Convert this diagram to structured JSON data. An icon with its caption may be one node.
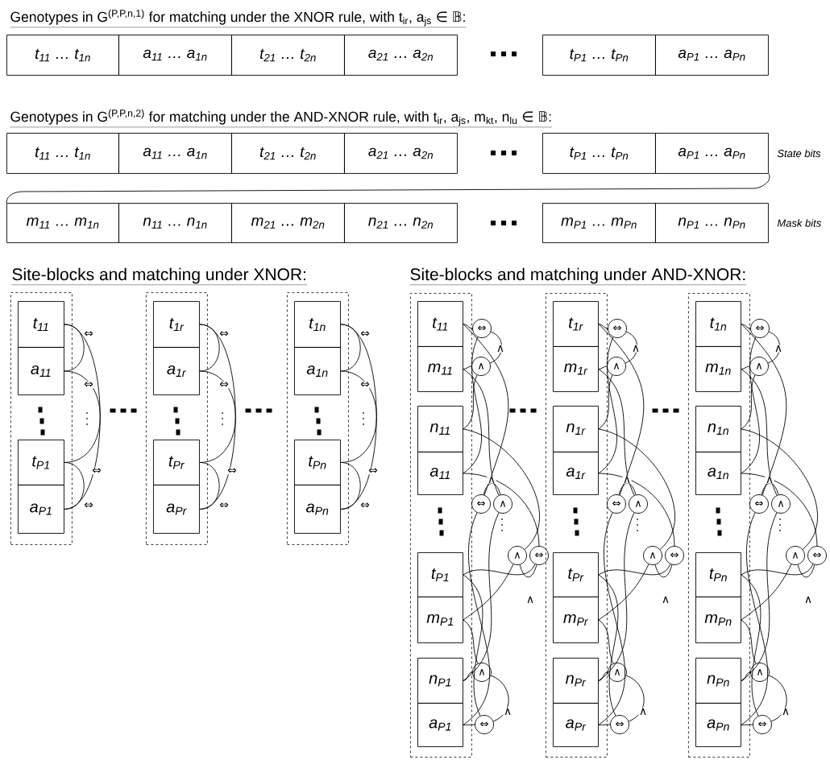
{
  "diagram": {
    "nodes": [
      {
        "text": [
          "t$_{11}$ … t$_{1n}$"
        ]
      },
      {
        "text": [
          "a$_{11}$ … a$_{1n}$"
        ]
      },
      {
        "text": [
          "t$_{21}$ … t$_{2n}$"
        ]
      },
      {
        "text": [
          "a$_{21}$ … a$_{2n}$"
        ]
      },
      {
        "text": [
          "t$_{P1}$ … t$_{Pn}$"
        ]
      },
      {
        "text": [
          "a$_{P1}$ … a$_{Pn}$"
        ]
      },
      {
        "text": [
          "t$_{11}$ … t$_{1n}$"
        ]
      },
      {
        "text": [
          "a$_{11}$ … a$_{1n}$"
        ]
      },
      {
        "text": [
          "t$_{21}$ … t$_{2n}$"
        ]
      },
      {
        "text": [
          "a$_{21}$ … a$_{2n}$"
        ]
      },
      {
        "text": [
          "t$_{P1}$ … t$_{Pn}$"
        ]
      },
      {
        "text": [
          "a$_{P1}$ … a$_{Pn}$"
        ],
        "beside": [
          "State bits"
        ]
      },
      {
        "text": [
          "m$_{11}$ … m$_{1n}$"
        ]
      },
      {
        "text": [
          "n$_{11}$ … n$_{1n}$"
        ]
      },
      {
        "text": [
          "m$_{21}$ … m$_{2n}$"
        ]
      },
      {
        "text": [
          "n$_{21}$ … n$_{2n}$"
        ]
      },
      {
        "text": [
          "m$_{P1}$ … m$_{Pn}$"
        ]
      },
      {
        "text": [
          "n$_{P1}$ … n$_{Pn}$"
        ],
        "beside": [
          "Mask bits"
        ]
      },
      {
        "text": [],
        "shape": "box"
      },
      {
        "text": [
          "t$_{11}$"
        ],
        "in": 18
      },
      {
        "text": [
          "a$_{11}$"
        ],
        "in": 18
      },
      {
        "text": [
          "t$_{P1}$"
        ],
        "in": 18
      },
      {
        "text": [
          "a$_{P1}$"
        ],
        "in": 18
      },
      {
        "text": [],
        "shape": "box"
      },
      {
        "text": [
          "t$_{1r}$"
        ],
        "in": 23
      },
      {
        "text": [
          "a$_{1r}$"
        ],
        "in": 23
      },
      {
        "text": [
          "t$_{Pr}$"
        ],
        "in": 23
      },
      {
        "text": [
          "a$_{Pr}$"
        ],
        "in": 23
      },
      {
        "text": [],
        "shape": "box"
      },
      {
        "text": [
          "t$_{1n}$"
        ],
        "in": 28
      },
      {
        "text": [
          "a$_{1n}$"
        ],
        "in": 28
      },
      {
        "text": [
          "t$_{Pn}$"
        ],
        "in": 28
      },
      {
        "text": [
          "a$_{Pn}$"
        ],
        "in": 28
      },
      {
        "text": [],
        "shape": "box"
      },
      {
        "text": [
          "t$_{11}$"
        ],
        "in": 33
      },
      {
        "text": [
          "m$_{11}$"
        ],
        "in": 33
      },
      {
        "text": [
          "n$_{11}$"
        ],
        "in": 33
      },
      {
        "text": [
          "a$_{11}$"
        ],
        "in": 33
      },
      {
        "text": [
          "t$_{P1}$"
        ],
        "in": 33
      },
      {
        "text": [
          "m$_{P1}$"
        ],
        "in": 33
      },
      {
        "text": [
          "n$_{P1}$"
        ],
        "in": 33
      },
      {
        "text": [
          "a$_{P1}$"
        ],
        "in": 33
      },
      {
        "text": [
          "⇔"
        ]
      },
      {
        "text": [
          "∧"
        ]
      },
      {
        "text": [
          "⇔"
        ]
      },
      {
        "text": [
          "∧"
        ]
      },
      {
        "text": [
          "∧"
        ]
      },
      {
        "text": [
          "⇔"
        ]
      },
      {
        "text": [
          "∧"
        ]
      },
      {
        "text": [
          "⇔"
        ]
      },
      {
        "text": [],
        "shape": "box"
      },
      {
        "text": [
          "t$_{1r}$"
        ],
        "in": 50
      },
      {
        "text": [
          "m$_{1r}$"
        ],
        "in": 50
      },
      {
        "text": [
          "n$_{1r}$"
        ],
        "in": 50
      },
      {
        "text": [
          "a$_{1r}$"
        ],
        "in": 50
      },
      {
        "text": [
          "t$_{Pr}$"
        ],
        "in": 50
      },
      {
        "text": [
          "m$_{Pr}$"
        ],
        "in": 50
      },
      {
        "text": [
          "n$_{Pr}$"
        ],
        "in": 50
      },
      {
        "text": [
          "a$_{Pr}$"
        ],
        "in": 50
      },
      {
        "text": [
          "⇔"
        ]
      },
      {
        "text": [
          "∧"
        ]
      },
      {
        "text": [
          "⇔"
        ]
      },
      {
        "text": [
          "∧"
        ]
      },
      {
        "text": [
          "∧"
        ]
      },
      {
        "text": [
          "⇔"
        ]
      },
      {
        "text": [
          "∧"
        ]
      },
      {
        "text": [
          "⇔"
        ]
      },
      {
        "text": [],
        "shape": "box"
      },
      {
        "text": [
          "t$_{1n}$"
        ],
        "in": 67
      },
      {
        "text": [
          "m$_{1n}$"
        ],
        "in": 67
      },
      {
        "text": [
          "n$_{1n}$"
        ],
        "in": 67
      },
      {
        "text": [
          "a$_{1n}$"
        ],
        "in": 67
      },
      {
        "text": [
          "t$_{Pn}$"
        ],
        "in": 67
      },
      {
        "text": [
          "m$_{Pn}$"
        ],
        "in": 67
      },
      {
        "text": [
          "n$_{Pn}$"
        ],
        "in": 67
      },
      {
        "text": [
          "a$_{Pn}$"
        ],
        "in": 67
      },
      {
        "text": [
          "⇔"
        ]
      },
      {
        "text": [
          "∧"
        ]
      },
      {
        "text": [
          "⇔"
        ]
      },
      {
        "text": [
          "∧"
        ]
      },
      {
        "text": [
          "∧"
        ]
      },
      {
        "text": [
          "⇔"
        ]
      },
      {
        "text": [
          "∧"
        ]
      },
      {
        "text": [
          "⇔"
        ]
      }
    ],
    "edges": [
      {
        "from": 11,
        "to": 12,
        "arrow": "none"
      },
      {
        "from": 19,
        "to": 20,
        "arrow": "none",
        "label": "⇔"
      },
      {
        "from": 20,
        "to": 21,
        "arrow": "none",
        "label": "⇔"
      },
      {
        "from": 19,
        "to": 22,
        "arrow": "none",
        "label": "⇔"
      },
      {
        "from": 21,
        "to": 22,
        "arrow": "none",
        "label": "⇔"
      },
      {
        "from": 24,
        "to": 25,
        "arrow": "none",
        "label": "⇔"
      },
      {
        "from": 25,
        "to": 26,
        "arrow": "none",
        "label": "⇔"
      },
      {
        "from": 24,
        "to": 27,
        "arrow": "none",
        "label": "⇔"
      },
      {
        "from": 26,
        "to": 27,
        "arrow": "none",
        "label": "⇔"
      },
      {
        "from": 29,
        "to": 30,
        "arrow": "none",
        "label": "⇔"
      },
      {
        "from": 30,
        "to": 31,
        "arrow": "none",
        "label": "⇔"
      },
      {
        "from": 29,
        "to": 32,
        "arrow": "none",
        "label": "⇔"
      },
      {
        "from": 31,
        "to": 32,
        "arrow": "none",
        "label": "⇔"
      },
      {
        "from": 34,
        "to": 42,
        "arrow": "none"
      },
      {
        "from": 37,
        "to": 42,
        "arrow": "none"
      },
      {
        "from": 35,
        "to": 43,
        "arrow": "none"
      },
      {
        "from": 36,
        "to": 43,
        "arrow": "none"
      },
      {
        "from": 34,
        "to": 44,
        "arrow": "none"
      },
      {
        "from": 41,
        "to": 44,
        "arrow": "none"
      },
      {
        "from": 35,
        "to": 45,
        "arrow": "none"
      },
      {
        "from": 40,
        "to": 45,
        "arrow": "none"
      },
      {
        "from": 39,
        "to": 46,
        "arrow": "none"
      },
      {
        "from": 36,
        "to": 46,
        "arrow": "none"
      },
      {
        "from": 38,
        "to": 47,
        "arrow": "none"
      },
      {
        "from": 37,
        "to": 47,
        "arrow": "none"
      },
      {
        "from": 39,
        "to": 48,
        "arrow": "none"
      },
      {
        "from": 40,
        "to": 48,
        "arrow": "none"
      },
      {
        "from": 38,
        "to": 49,
        "arrow": "none"
      },
      {
        "from": 41,
        "to": 49,
        "arrow": "none"
      },
      {
        "from": 42,
        "to": 43,
        "arrow": "none",
        "label": "∧"
      },
      {
        "from": 44,
        "to": 45,
        "arrow": "none",
        "label": "∧"
      },
      {
        "from": 46,
        "to": 47,
        "arrow": "none",
        "label": "∧"
      },
      {
        "from": 48,
        "to": 49,
        "arrow": "none",
        "label": "∧"
      },
      {
        "from": 51,
        "to": 59,
        "arrow": "none"
      },
      {
        "from": 54,
        "to": 59,
        "arrow": "none"
      },
      {
        "from": 52,
        "to": 60,
        "arrow": "none"
      },
      {
        "from": 53,
        "to": 60,
        "arrow": "none"
      },
      {
        "from": 51,
        "to": 61,
        "arrow": "none"
      },
      {
        "from": 58,
        "to": 61,
        "arrow": "none"
      },
      {
        "from": 52,
        "to": 62,
        "arrow": "none"
      },
      {
        "from": 57,
        "to": 62,
        "arrow": "none"
      },
      {
        "from": 56,
        "to": 63,
        "arrow": "none"
      },
      {
        "from": 53,
        "to": 63,
        "arrow": "none"
      },
      {
        "from": 55,
        "to": 64,
        "arrow": "none"
      },
      {
        "from": 54,
        "to": 64,
        "arrow": "none"
      },
      {
        "from": 56,
        "to": 65,
        "arrow": "none"
      },
      {
        "from": 57,
        "to": 65,
        "arrow": "none"
      },
      {
        "from": 55,
        "to": 66,
        "arrow": "none"
      },
      {
        "from": 58,
        "to": 66,
        "arrow": "none"
      },
      {
        "from": 59,
        "to": 60,
        "arrow": "none",
        "label": "∧"
      },
      {
        "from": 61,
        "to": 62,
        "arrow": "none",
        "label": "∧"
      },
      {
        "from": 63,
        "to": 64,
        "arrow": "none",
        "label": "∧"
      },
      {
        "from": 65,
        "to": 66,
        "arrow": "none",
        "label": "∧"
      },
      {
        "from": 68,
        "to": 76,
        "arrow": "none"
      },
      {
        "from": 71,
        "to": 76,
        "arrow": "none"
      },
      {
        "from": 69,
        "to": 77,
        "arrow": "none"
      },
      {
        "from": 70,
        "to": 77,
        "arrow": "none"
      },
      {
        "from": 68,
        "to": 78,
        "arrow": "none"
      },
      {
        "from": 75,
        "to": 78,
        "arrow": "none"
      },
      {
        "from": 69,
        "to": 79,
        "arrow": "none"
      },
      {
        "from": 74,
        "to": 79,
        "arrow": "none"
      },
      {
        "from": 73,
        "to": 80,
        "arrow": "none"
      },
      {
        "from": 70,
        "to": 80,
        "arrow": "none"
      },
      {
        "from": 72,
        "to": 81,
        "arrow": "none"
      },
      {
        "from": 71,
        "to": 81,
        "arrow": "none"
      },
      {
        "from": 73,
        "to": 82,
        "arrow": "none"
      },
      {
        "from": 74,
        "to": 82,
        "arrow": "none"
      },
      {
        "from": 72,
        "to": 83,
        "arrow": "none"
      },
      {
        "from": 75,
        "to": 83,
        "arrow": "none"
      },
      {
        "from": 76,
        "to": 77,
        "arrow": "none",
        "label": "∧"
      },
      {
        "from": 78,
        "to": 79,
        "arrow": "none",
        "label": "∧"
      },
      {
        "from": 80,
        "to": 81,
        "arrow": "none",
        "label": "∧"
      },
      {
        "from": 82,
        "to": 83,
        "arrow": "none",
        "label": "∧"
      }
    ],
    "labels": [
      "Genotypes in G$^{(P,P,n,1)}$ for matching under the XNOR rule, with t$_{ir}$, a$_{js}$ ∈ 𝔹:",
      "Genotypes in G$^{(P,P,n,2)}$ for matching under the AND-XNOR rule, with t$_{ir}$, a$_{js}$, m$_{kt}$, n$_{lu}$ ∈ 𝔹:",
      "Site-blocks and matching under XNOR:",
      "Site-blocks and matching under AND-XNOR:"
    ]
  }
}
